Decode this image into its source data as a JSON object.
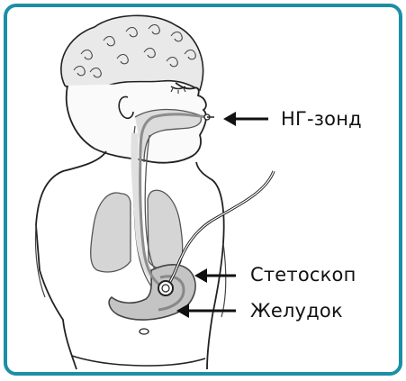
{
  "labels": {
    "ng_tube": "НГ-зонд",
    "stethoscope": "Стетоскоп",
    "stomach": "Желудок"
  },
  "colors": {
    "frame": "#1b8fa6",
    "ink": "#111111",
    "tube": "#9a9a9a",
    "organ_fill": "#cfcfcf",
    "stomach_fill": "#bdbdbd"
  }
}
